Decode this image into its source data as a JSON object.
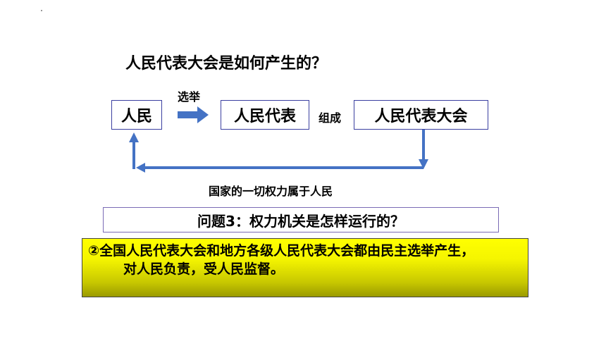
{
  "title": "人民代表大会是如何产生的？",
  "diagram": {
    "node_people": "人民",
    "node_representatives": "人民代表",
    "node_congress": "人民代表大会",
    "edge_elect": "选举",
    "edge_form": "组成",
    "return_label": "国家的一切权力属于人民"
  },
  "question": "问题3：权力机关是怎样运行的？",
  "answer": {
    "line1": "②全国人民代表大会和地方各级人民代表大会都由民主选举产生，",
    "line2": "对人民负责，受人民监督。"
  },
  "colors": {
    "arrow": "#4472c4",
    "box_border": "#3a3fa0",
    "answer_bg_top": "#ffff00",
    "answer_bg_bottom": "#9a9a00"
  }
}
